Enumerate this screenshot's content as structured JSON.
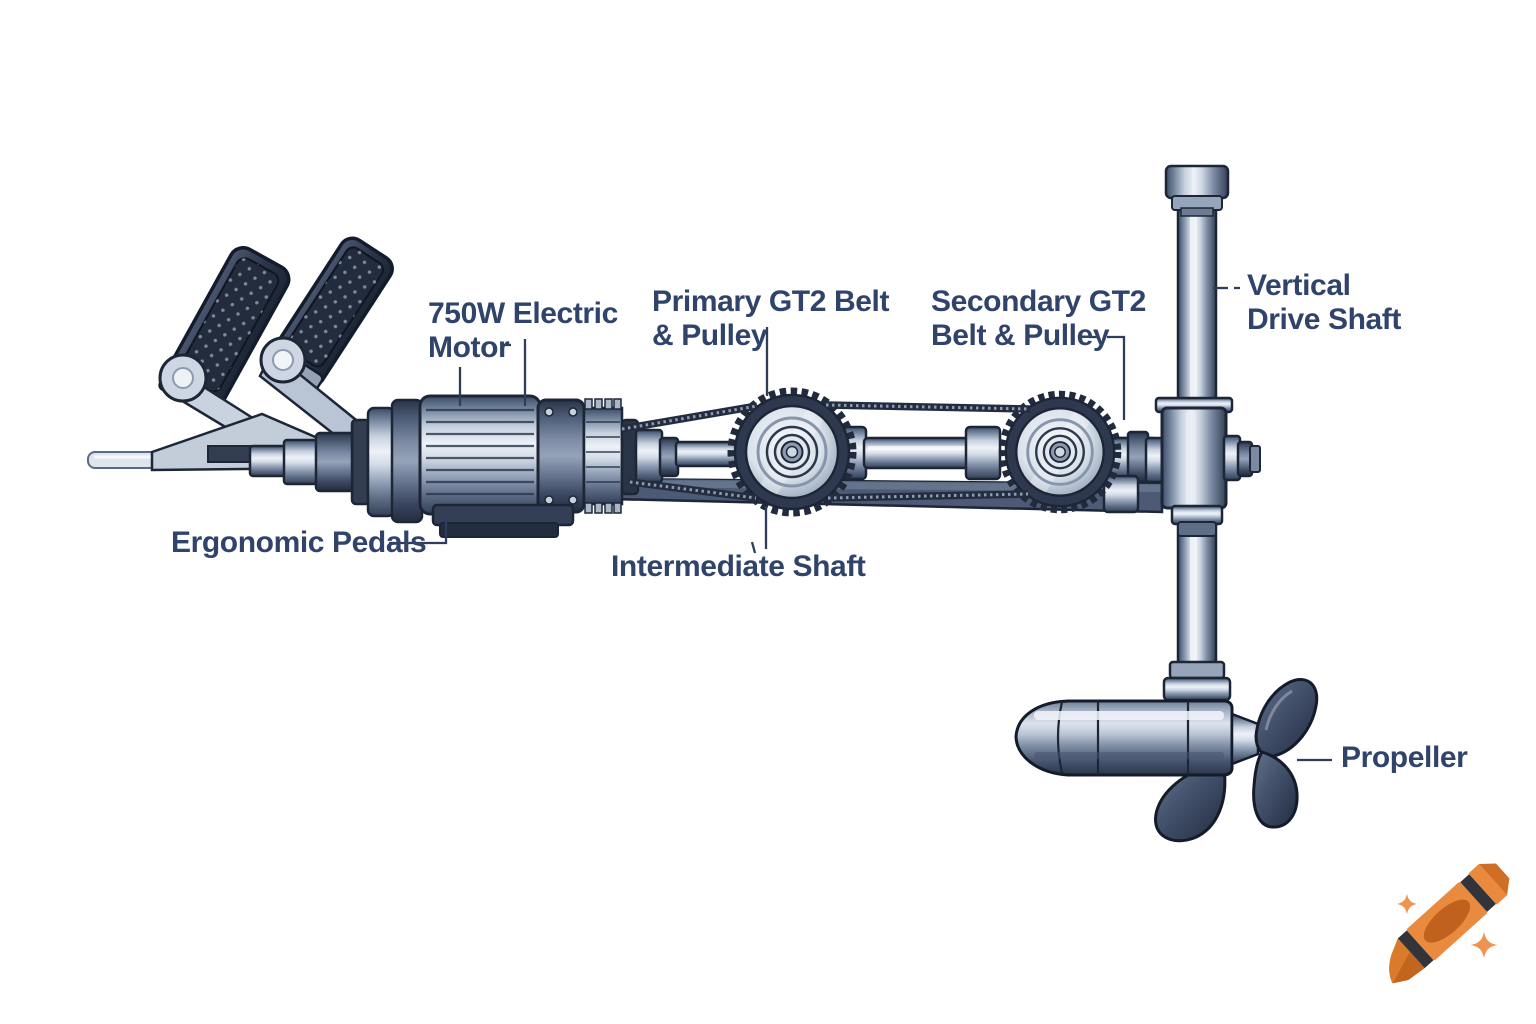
{
  "diagram": {
    "labels": {
      "motor": "750W Electric\nMotor",
      "primary_belt": "Primary GT2 Belt\n& Pulley",
      "secondary_belt": "Secondary GT2\nBelt & Pulley",
      "vertical_shaft": "Vertical\nDrive Shaft",
      "pedals": "Ergonomic Pedals",
      "intermediate_shaft": "Intermediate Shaft",
      "propeller": "Propeller"
    }
  },
  "colors": {
    "page_bg": "#ffffff",
    "label_color": "#30436a",
    "leader_line_color": "#2e3d59",
    "outline_color": "#1d2636",
    "metal_light": "#eef2f7",
    "metal_mid": "#93a2b8",
    "metal_dark": "#333f55",
    "belt_color": "#242d40",
    "logo_orange": "#ea8a3e",
    "logo_orange_dark": "#c0621d",
    "logo_stripe": "#33343a",
    "sparkle_color": "#ef9350"
  },
  "logo": {
    "icon": "orange-crayon-with-sparkles"
  }
}
